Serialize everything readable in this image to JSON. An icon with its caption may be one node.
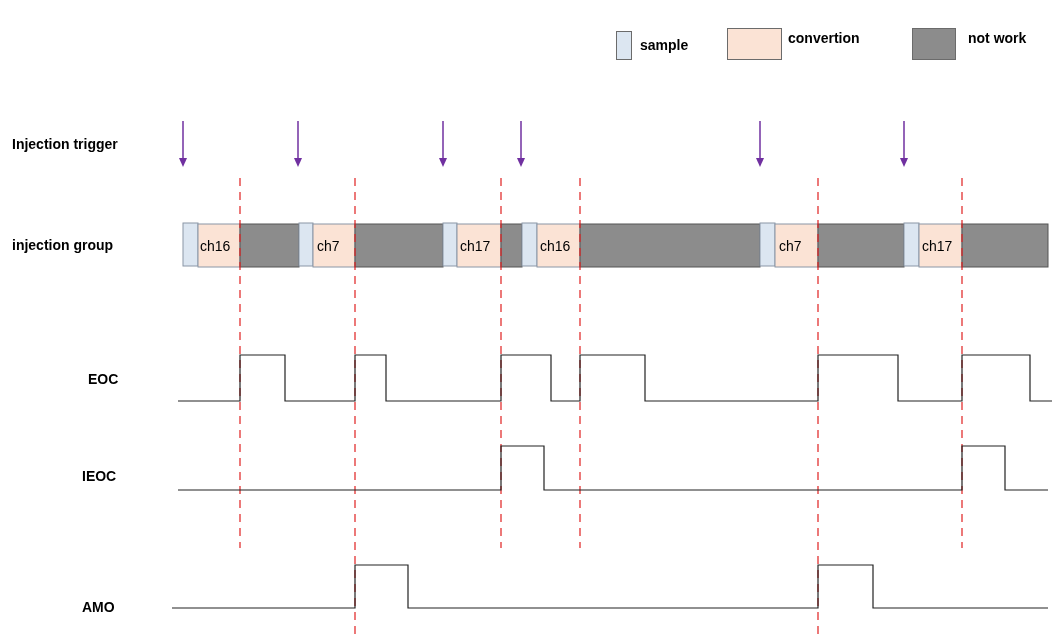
{
  "diagram": {
    "labels": [
      "Injection trigger",
      "injection group",
      "ch16",
      "ch7",
      "ch17",
      "ch16",
      "ch7",
      "ch17",
      "EOC",
      "IEOC",
      "AMO"
    ],
    "legend": [
      {
        "text": "sample",
        "color": "#dce6f1"
      },
      {
        "text": "convertion",
        "color": "#fbe3d5"
      },
      {
        "text": "not work",
        "color": "#8c8c8c"
      }
    ]
  }
}
